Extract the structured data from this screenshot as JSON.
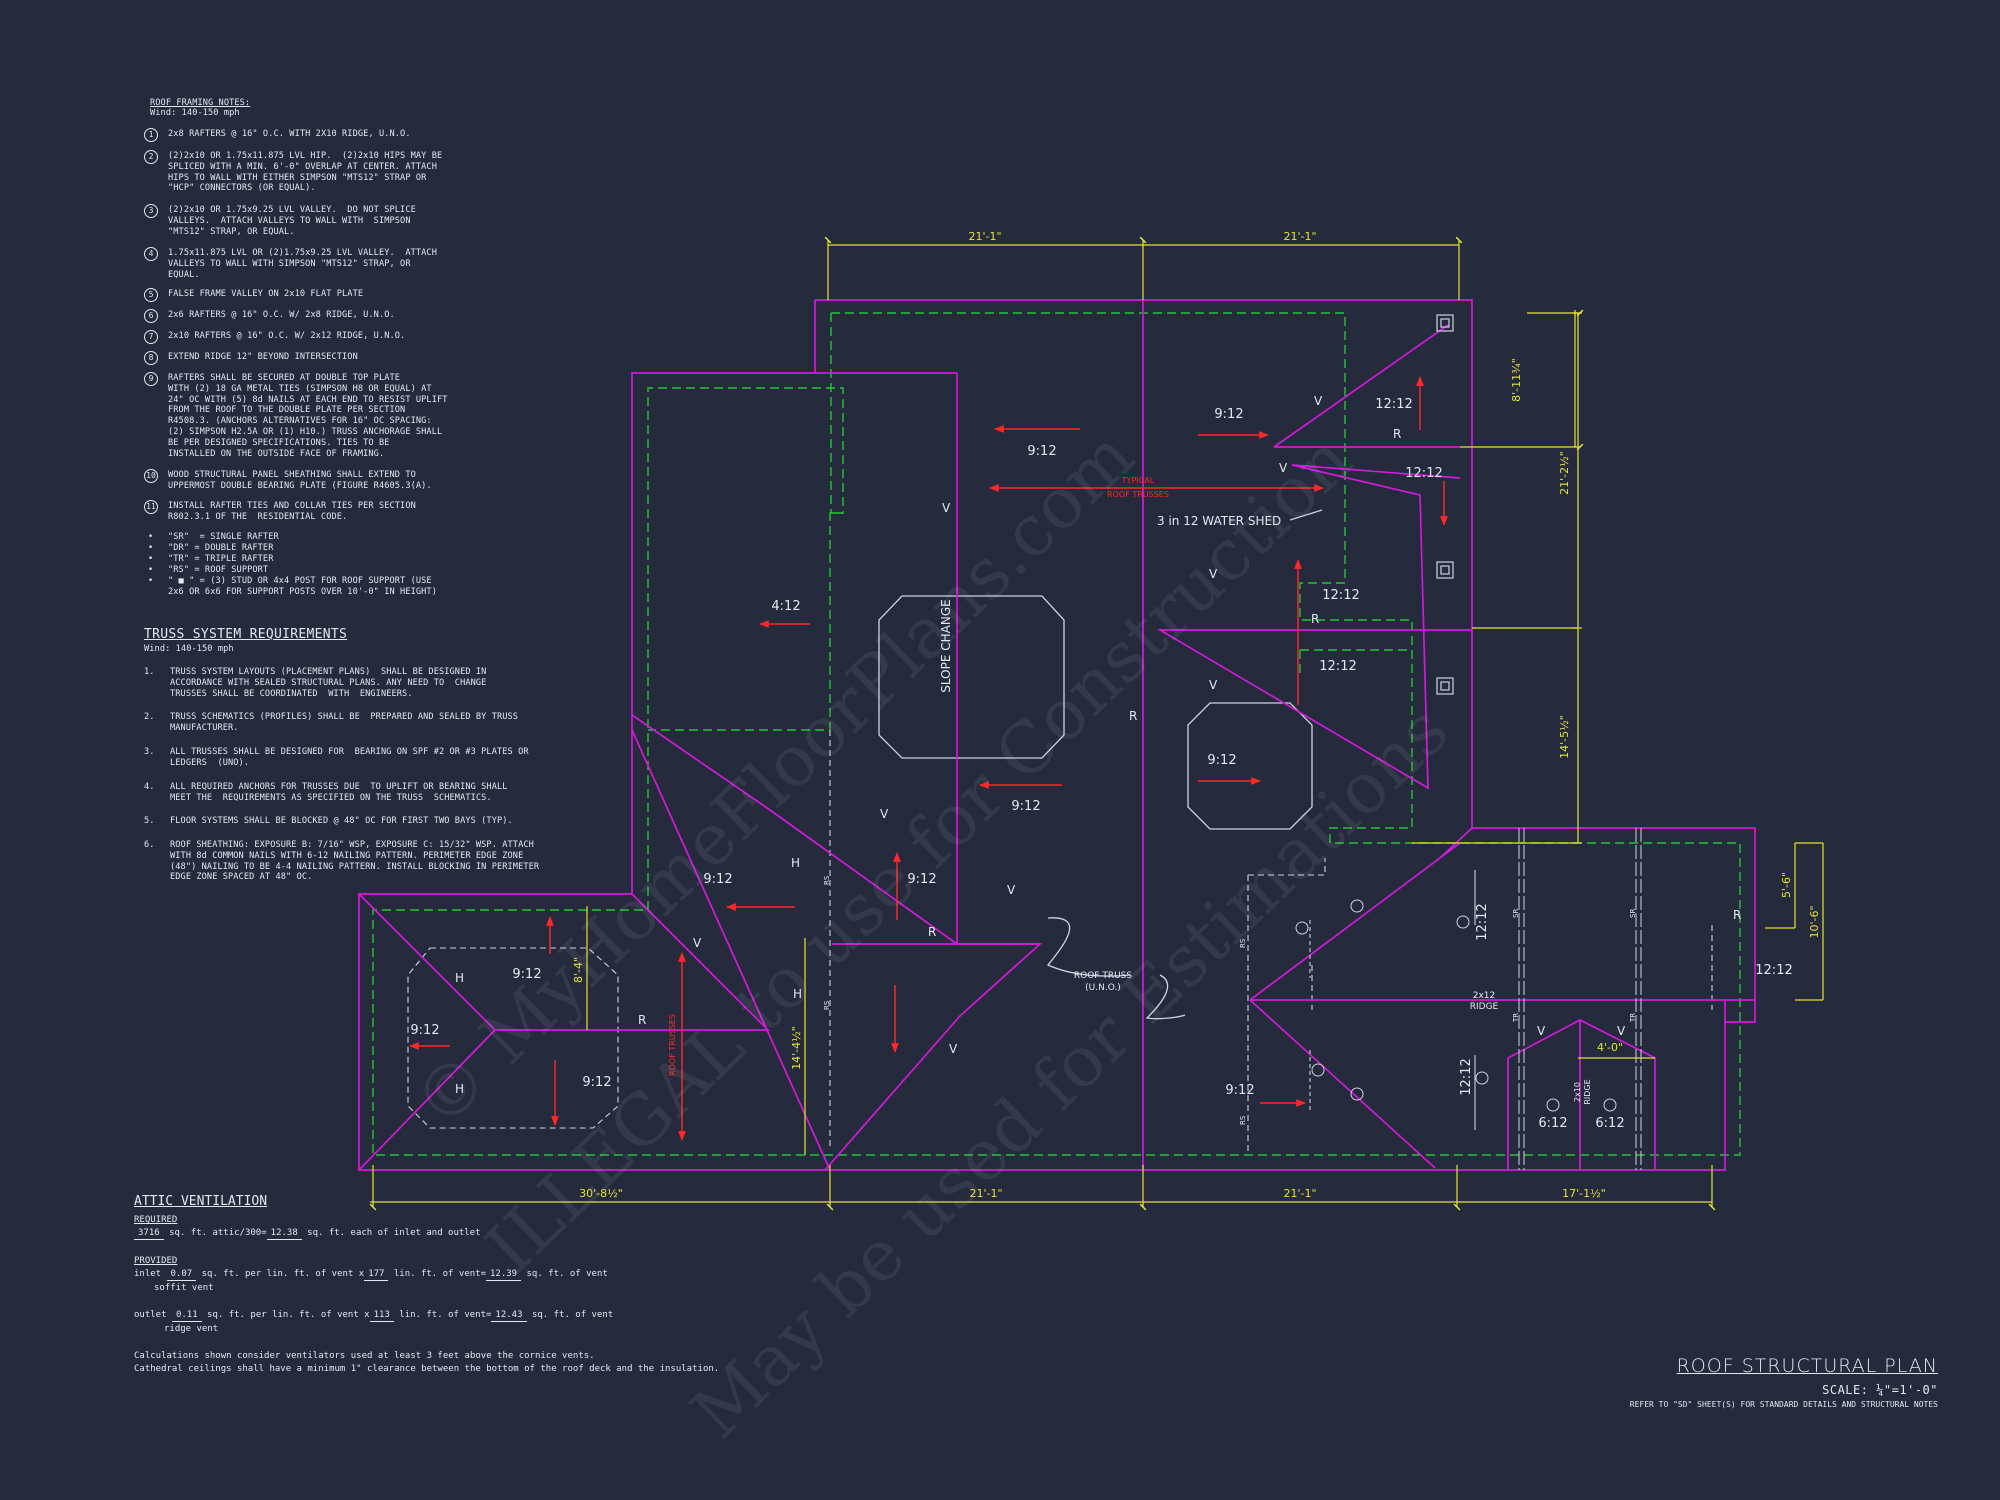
{
  "roof_notes": {
    "title": "ROOF FRAMING NOTES:",
    "wind": "Wind: 140-150 mph",
    "items": [
      {
        "n": "1",
        "text": "2x8 RAFTERS @ 16\" O.C. WITH 2X10 RIDGE, U.N.O."
      },
      {
        "n": "2",
        "text": "(2)2x10 OR 1.75x11.875 LVL HIP.  (2)2x10 HIPS MAY BE\nSPLICED WITH A MIN. 6'-0\" OVERLAP AT CENTER. ATTACH\nHIPS TO WALL WITH EITHER SIMPSON \"MTS12\" STRAP OR\n\"HCP\" CONNECTORS (OR EQUAL)."
      },
      {
        "n": "3",
        "text": "(2)2x10 OR 1.75x9.25 LVL VALLEY.  DO NOT SPLICE\nVALLEYS.  ATTACH VALLEYS TO WALL WITH  SIMPSON\n\"MTS12\" STRAP, OR EQUAL."
      },
      {
        "n": "4",
        "text": "1.75x11.875 LVL OR (2)1.75x9.25 LVL VALLEY.  ATTACH\nVALLEYS TO WALL WITH SIMPSON \"MTS12\" STRAP, OR\nEQUAL."
      },
      {
        "n": "5",
        "text": "FALSE FRAME VALLEY ON 2x10 FLAT PLATE"
      },
      {
        "n": "6",
        "text": "2x6 RAFTERS @ 16\" O.C. W/ 2x8 RIDGE, U.N.O."
      },
      {
        "n": "7",
        "text": "2x10 RAFTERS @ 16\" O.C. W/ 2x12 RIDGE, U.N.O."
      },
      {
        "n": "8",
        "text": "EXTEND RIDGE 12\" BEYOND INTERSECTION"
      },
      {
        "n": "9",
        "text": "RAFTERS SHALL BE SECURED AT DOUBLE TOP PLATE\nWITH (2) 18 GA METAL TIES (SIMPSON H8 OR EQUAL) AT\n24\" OC WITH (5) 8d NAILS AT EACH END TO RESIST UPLIFT\nFROM THE ROOF TO THE DOUBLE PLATE PER SECTION\nR4508.3. (ANCHORS ALTERNATIVES FOR 16\" OC SPACING:\n(2) SIMPSON H2.5A OR (1) H10.) TRUSS ANCHORAGE SHALL\nBE PER DESIGNED SPECIFICATIONS. TIES TO BE\nINSTALLED ON THE OUTSIDE FACE OF FRAMING."
      },
      {
        "n": "10",
        "text": "WOOD STRUCTURAL PANEL SHEATHING SHALL EXTEND TO\nUPPERMOST DOUBLE BEARING PLATE (FIGURE R4605.3(A)."
      },
      {
        "n": "11",
        "text": "INSTALL RAFTER TIES AND COLLAR TIES PER SECTION\nR802.3.1 OF THE  RESIDENTIAL CODE."
      }
    ],
    "legend": [
      "\"SR\"  = SINGLE RAFTER",
      "\"DR\" = DOUBLE RAFTER",
      "\"TR\" = TRIPLE RAFTER",
      "\"RS\" = ROOF SUPPORT",
      "\" ■ \" = (3) STUD OR 4x4 POST FOR ROOF SUPPORT (USE\n2x6 OR 6x6 FOR SUPPORT POSTS OVER 10'-0\" IN HEIGHT)"
    ]
  },
  "truss_requirements": {
    "title": "TRUSS SYSTEM REQUIREMENTS",
    "wind": "Wind: 140-150 mph",
    "items": [
      {
        "n": "1.",
        "text": "TRUSS SYSTEM LAYOUTS (PLACEMENT PLANS)  SHALL BE DESIGNED IN\nACCORDANCE WITH SEALED STRUCTURAL PLANS. ANY NEED TO  CHANGE\nTRUSSES SHALL BE COORDINATED  WITH  ENGINEERS."
      },
      {
        "n": "2.",
        "text": "TRUSS SCHEMATICS (PROFILES) SHALL BE  PREPARED AND SEALED BY TRUSS\nMANUFACTURER."
      },
      {
        "n": "3.",
        "text": "ALL TRUSSES SHALL BE DESIGNED FOR  BEARING ON SPF #2 OR #3 PLATES OR\nLEDGERS  (UNO)."
      },
      {
        "n": "4.",
        "text": "ALL REQUIRED ANCHORS FOR TRUSSES DUE  TO UPLIFT OR BEARING SHALL\nMEET THE  REQUIREMENTS AS SPECIFIED ON THE TRUSS  SCHEMATICS."
      },
      {
        "n": "5.",
        "text": "FLOOR SYSTEMS SHALL BE BLOCKED @ 48\" OC FOR FIRST TWO BAYS (TYP)."
      },
      {
        "n": "6.",
        "text": "ROOF SHEATHING: EXPOSURE B: 7/16\" WSP, EXPOSURE C: 15/32\" WSP. ATTACH\nWITH 8d COMMON NAILS WITH 6-12 NAILING PATTERN. PERIMETER EDGE ZONE\n(48\") NAILING TO BE 4-4 NAILING PATTERN. INSTALL BLOCKING IN PERIMETER\nEDGE ZONE SPACED AT 48\" OC."
      }
    ]
  },
  "attic_ventilation": {
    "title": "ATTIC VENTILATION",
    "required_label": "REQUIRED",
    "required_sqft": "3716",
    "required_text1": "sq. ft. attic/300=",
    "required_vent": "12.38",
    "required_text2": "sq. ft. each of inlet and outlet",
    "provided_label": "PROVIDED",
    "inlet_label": "inlet",
    "inlet_rate": "0.07",
    "inlet_text1": "sq. ft. per lin. ft. of vent x",
    "inlet_len": "177",
    "inlet_text2": "lin. ft. of vent=",
    "inlet_total": "12.39",
    "inlet_text3": "sq. ft. of vent",
    "inlet_type": "soffit vent",
    "outlet_label": "outlet",
    "outlet_rate": "0.11",
    "outlet_text1": "sq. ft. per lin. ft. of vent x",
    "outlet_len": "113",
    "outlet_text2": "lin. ft. of vent=",
    "outlet_total": "12.43",
    "outlet_text3": "sq. ft. of vent",
    "outlet_type": "ridge vent",
    "footnote1": "Calculations shown consider ventilators used at least 3 feet above the cornice vents.",
    "footnote2": "Cathedral ceilings shall have a minimum 1\" clearance between the bottom of the roof deck and the insulation."
  },
  "title_block": {
    "title": "ROOF STRUCTURAL PLAN",
    "scale": "SCALE: ¼\"=1'-0\"",
    "reference": "REFER TO \"SD\" SHEET(S) FOR STANDARD DETAILS AND STRUCTURAL NOTES"
  },
  "watermark": {
    "line1": "© MyHomeFloorPlans.com",
    "line2": "ILLEGAL to use for Construction",
    "line3": "May be used for Estimations"
  },
  "plan": {
    "dimensions": {
      "top_left": "21'-1\"",
      "top_right": "21'-1\"",
      "bottom_1": "30'-8½\"",
      "bottom_2": "21'-1\"",
      "bottom_3": "21'-1\"",
      "bottom_4": "17'-1½\"",
      "right_1": "8'-11¾\"",
      "right_2": "21'-2½\"",
      "right_3": "14'-5½\"",
      "right_4": "5'-6\"",
      "right_5": "10'-6\"",
      "inner_1": "8'-4\"",
      "inner_2": "14'-4½\"",
      "inner_3": "4'-0\""
    },
    "pitches": {
      "p_4_12": "4:12",
      "p_9_12_a": "9:12",
      "p_9_12_b": "9:12",
      "p_9_12_c": "9:12",
      "p_9_12_d": "9:12",
      "p_9_12_e": "9:12",
      "p_9_12_f": "9:12",
      "p_9_12_g": "9:12",
      "p_9_12_h": "9:12",
      "p_9_12_i": "9:12",
      "p_9_12_j": "9:12",
      "p_12_12_a": "12:12",
      "p_12_12_b": "12:12",
      "p_12_12_c": "12:12",
      "p_12_12_d": "12:12",
      "p_12_12_e": "12:12",
      "p_12_12_f": "12:12",
      "p_12_12_g": "12:12",
      "p_6_12_a": "6:12",
      "p_6_12_b": "6:12"
    },
    "labels": {
      "slope_change": "SLOPE CHANGE",
      "water_shed": "3 in 12 WATER SHED",
      "typical_trusses_1": "TYPICAL",
      "typical_trusses_2": "ROOF TRUSSES",
      "roof_truss_1": "ROOF TRUSS",
      "roof_truss_2": "(U.N.O.)",
      "ridge_2x12_1": "2x12",
      "ridge_2x12_2": "RIDGE",
      "ridge_2x10_1": "2x10",
      "ridge_2x10_2": "RIDGE",
      "roof_trusses_vertical": "ROOF TRUSSES",
      "V": "V",
      "H": "H",
      "R": "R",
      "RS": "RS",
      "SR": "SR",
      "TR": "TR"
    }
  },
  "colors": {
    "background": "#252a3d",
    "roof_outline": "#d21bd8",
    "dimension": "#e4e430",
    "walls_dashed": "#22c832",
    "annotation": "#ff2828",
    "text": "#e6e8f0"
  }
}
